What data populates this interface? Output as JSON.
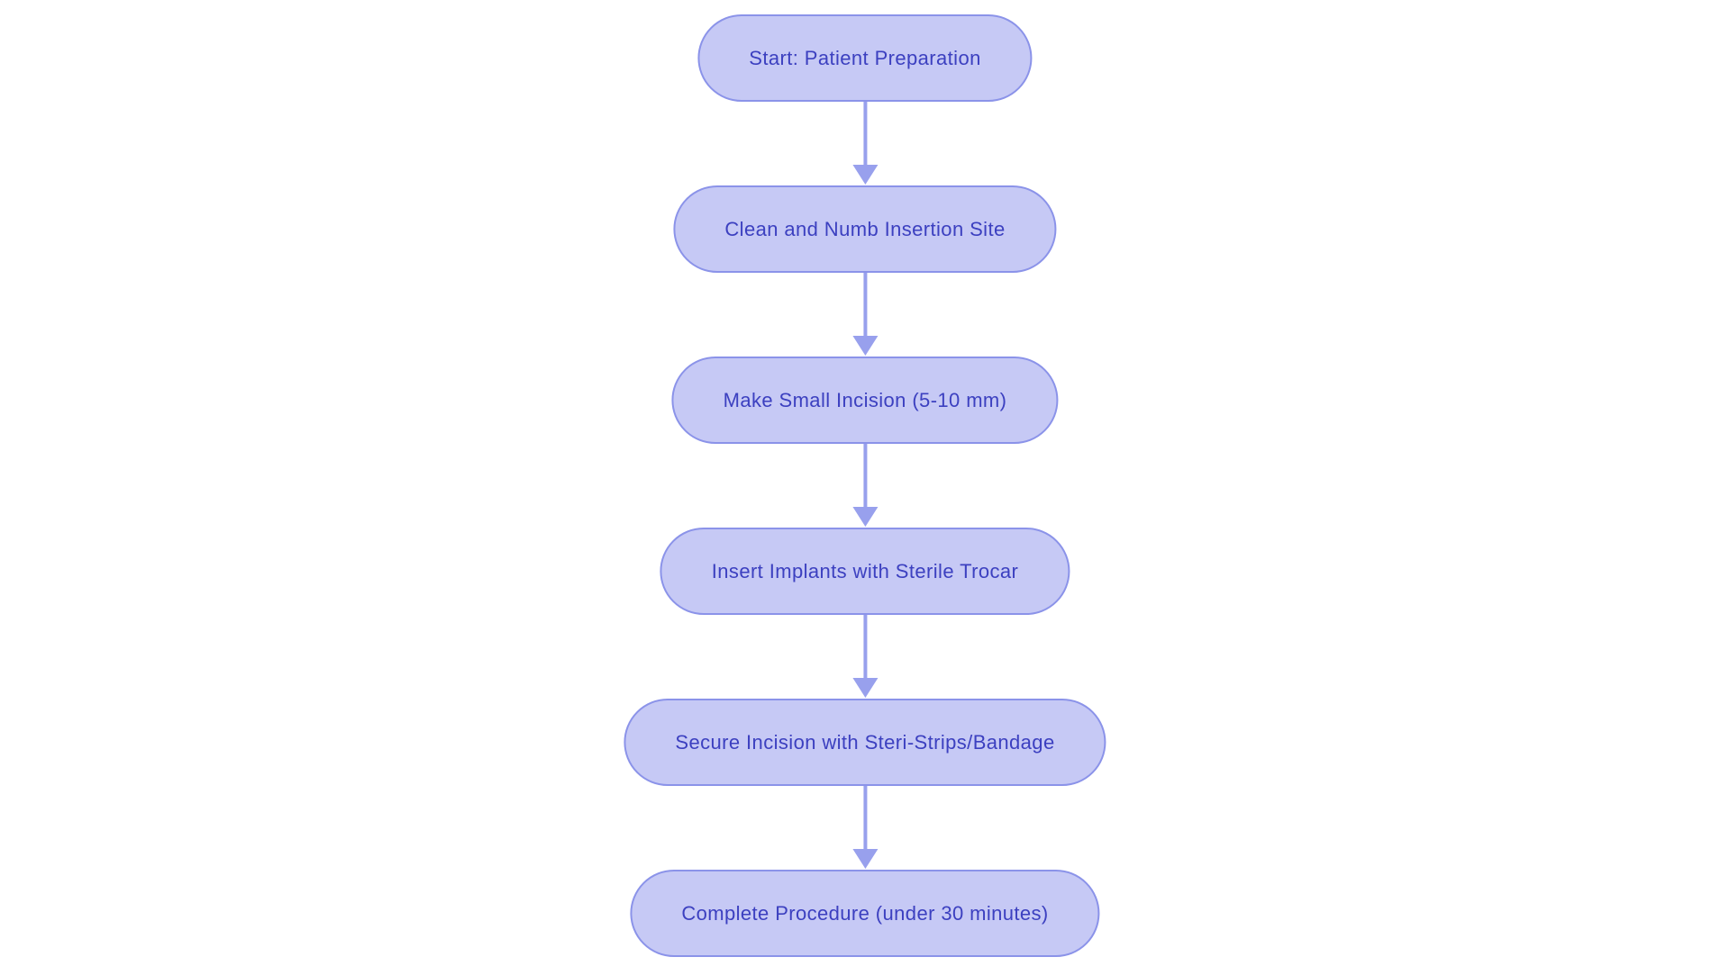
{
  "diagram": {
    "type": "flowchart",
    "direction": "top-down",
    "nodes": [
      {
        "id": "n1",
        "label": "Start: Patient Preparation"
      },
      {
        "id": "n2",
        "label": "Clean and Numb Insertion Site"
      },
      {
        "id": "n3",
        "label": "Make Small Incision (5-10 mm)"
      },
      {
        "id": "n4",
        "label": "Insert Implants with Sterile Trocar"
      },
      {
        "id": "n5",
        "label": "Secure Incision with Steri-Strips/Bandage"
      },
      {
        "id": "n6",
        "label": "Complete Procedure (under 30 minutes)"
      }
    ],
    "edges": [
      {
        "from": "n1",
        "to": "n2",
        "style": "arrow"
      },
      {
        "from": "n2",
        "to": "n3",
        "style": "arrow"
      },
      {
        "from": "n3",
        "to": "n4",
        "style": "arrow"
      },
      {
        "from": "n4",
        "to": "n5",
        "style": "arrow"
      },
      {
        "from": "n5",
        "to": "n6",
        "style": "arrow"
      }
    ]
  },
  "colors": {
    "page_bg": "#ffffff",
    "node_fill": "#c6c9f5",
    "node_border": "#8b93e9",
    "node_text": "#3c40c0",
    "arrow": "#98a0ed"
  }
}
